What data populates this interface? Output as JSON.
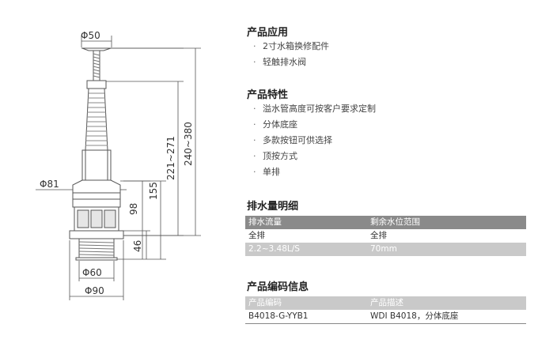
{
  "drawing": {
    "dims": {
      "top_diameter": "Φ50",
      "body_diameter": "Φ81",
      "thread_diameter": "Φ60",
      "base_diameter": "Φ90",
      "h_155": "155",
      "h_98": "98",
      "h_46": "46",
      "h_221_271": "221~271",
      "h_240_380": "240~380"
    }
  },
  "application": {
    "title": "产品应用",
    "items": [
      "2寸水箱换修配件",
      "轻触排水阀"
    ]
  },
  "features": {
    "title": "产品特性",
    "items": [
      "溢水管高度可按客户要求定制",
      "分体底座",
      "多款按钮可供选择",
      "顶按方式",
      "单排"
    ]
  },
  "discharge": {
    "title": "排水量明细",
    "headers": [
      "排水流量",
      "剩余水位范围"
    ],
    "rows": [
      [
        "全排",
        "全排"
      ],
      [
        "2.2~3.48L/S",
        "70mm"
      ]
    ]
  },
  "coding": {
    "title": "产品编码信息",
    "headers": [
      "产品编码",
      "产品描述"
    ],
    "rows": [
      [
        "B4018-G-YYB1",
        "WDI B4018，分体底座"
      ]
    ]
  },
  "bullet_glyph": "·"
}
